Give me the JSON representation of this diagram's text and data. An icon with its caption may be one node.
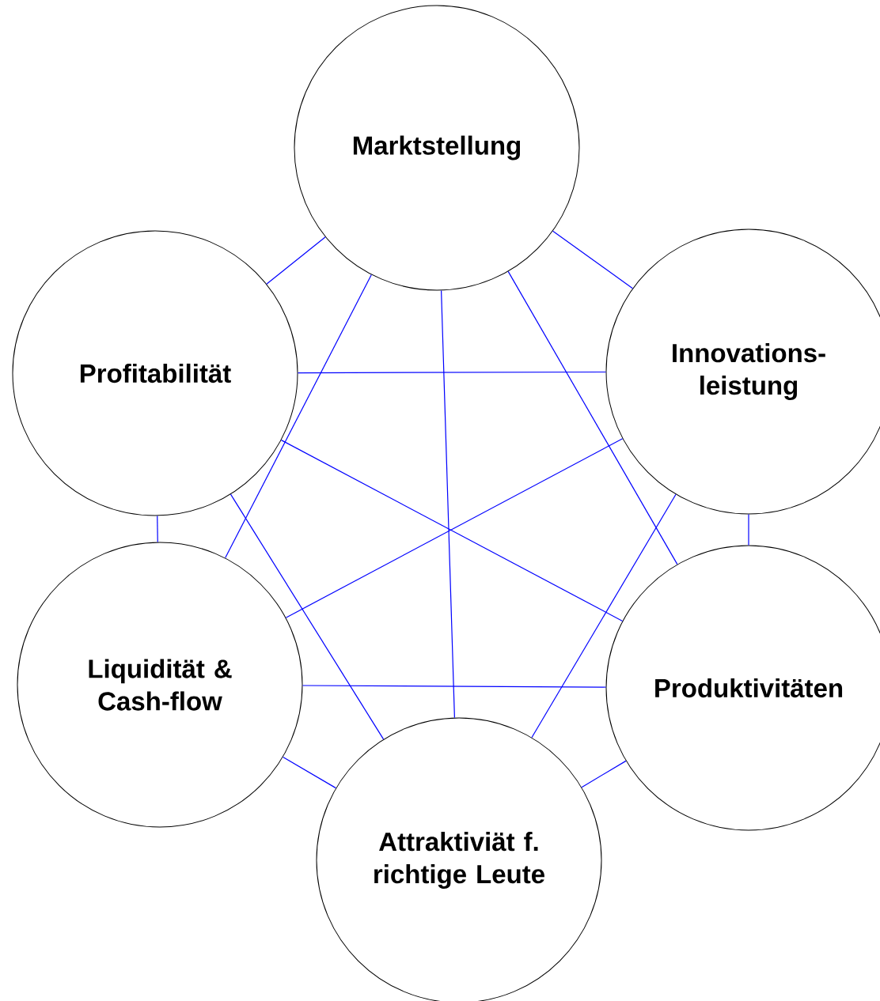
{
  "diagram": {
    "nodes": [
      {
        "text": [
          "Marktstellung"
        ]
      },
      {
        "text": [
          "Profitabilität"
        ]
      },
      {
        "text": [
          "Innovations- leistung"
        ]
      },
      {
        "text": [
          "Liquidität & Cash-flow"
        ]
      },
      {
        "text": [
          "Produktivitäten"
        ]
      },
      {
        "text": [
          "Attraktiviät f. richtige Leute"
        ]
      }
    ],
    "edges": [
      {
        "from": 0,
        "to": 1,
        "arrow": "none",
        "color": "#0000ff"
      },
      {
        "from": 0,
        "to": 2,
        "arrow": "none",
        "color": "#0000ff"
      },
      {
        "from": 0,
        "to": 3,
        "arrow": "none",
        "color": "#0000ff"
      },
      {
        "from": 0,
        "to": 5,
        "arrow": "none",
        "color": "#0000ff"
      },
      {
        "from": 0,
        "to": 4,
        "arrow": "none",
        "color": "#0000ff"
      },
      {
        "from": 1,
        "to": 2,
        "arrow": "none",
        "color": "#0000ff"
      },
      {
        "from": 1,
        "to": 3,
        "arrow": "none",
        "color": "#0000ff"
      },
      {
        "from": 1,
        "to": 4,
        "arrow": "none",
        "color": "#0000ff"
      },
      {
        "from": 1,
        "to": 5,
        "arrow": "none",
        "color": "#0000ff"
      },
      {
        "from": 2,
        "to": 4,
        "arrow": "none",
        "color": "#0000ff"
      },
      {
        "from": 2,
        "to": 3,
        "arrow": "none",
        "color": "#0000ff"
      },
      {
        "from": 2,
        "to": 5,
        "arrow": "none",
        "color": "#0000ff"
      },
      {
        "from": 3,
        "to": 4,
        "arrow": "none",
        "color": "#0000ff"
      },
      {
        "from": 3,
        "to": 5,
        "arrow": "none",
        "color": "#0000ff"
      },
      {
        "from": 4,
        "to": 5,
        "arrow": "none",
        "color": "#0000ff"
      }
    ]
  }
}
